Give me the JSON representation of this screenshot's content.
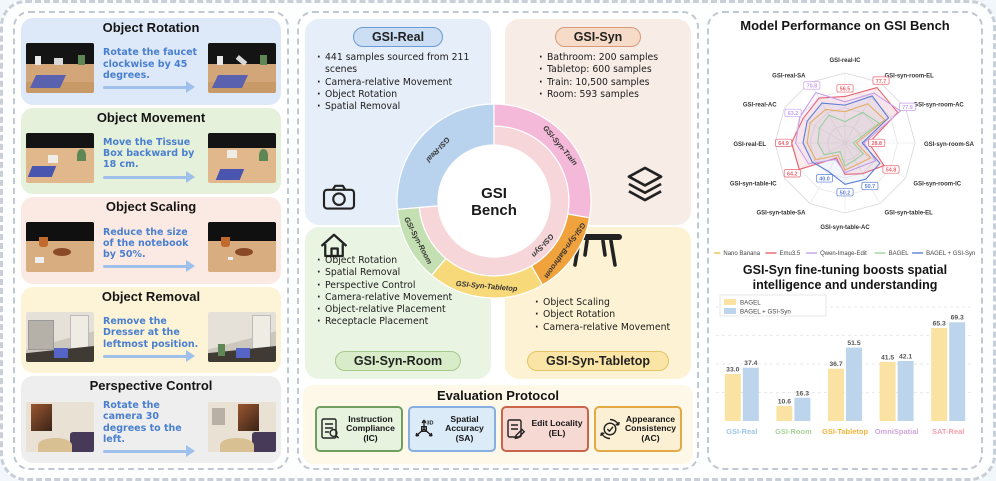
{
  "left_panel": {
    "cards": [
      {
        "title": "Object Rotation",
        "instruction": "Rotate the faucet clockwise by 45 degrees."
      },
      {
        "title": "Object Movement",
        "instruction": "Move the Tissue Box backward by 18 cm."
      },
      {
        "title": "Object Scaling",
        "instruction": "Reduce the size of the notebook by 50%."
      },
      {
        "title": "Object Removal",
        "instruction": "Remove the Dresser at the leftmost position."
      },
      {
        "title": "Perspective Control",
        "instruction": "Rotate the camera 30 degrees to the left."
      }
    ]
  },
  "middle_panel": {
    "gsi_real": {
      "label": "GSI-Real",
      "bullets": [
        "441 samples sourced from 211 scenes",
        "Camera-relative Movement",
        "Object Rotation",
        "Spatial Removal"
      ]
    },
    "gsi_syn": {
      "label": "GSI-Syn",
      "bullets": [
        "Bathroom: 200 samples",
        "Tabletop: 600 samples",
        "Train: 10,500 samples",
        "Room: 593 samples"
      ]
    },
    "gsi_syn_room": {
      "label": "GSI-Syn-Room",
      "bullets": [
        "Object Rotation",
        "Spatial Removal",
        "Perspective Control",
        "Camera-relative Movement",
        "Object-relative Placement",
        "Receptacle Placement"
      ]
    },
    "gsi_syn_tabletop": {
      "label": "GSI-Syn-Tabletop",
      "bullets": [
        "Object Scaling",
        "Object Rotation",
        "Camera-relative Movement"
      ]
    },
    "donut": {
      "center_line1": "GSI",
      "center_line2": "Bench",
      "segments": [
        {
          "label": "GSI-Real",
          "color": "#b9d3ee",
          "start": 265,
          "end": 360,
          "ring": "both"
        },
        {
          "label": "GSI-Syn",
          "color": "#f6d6d8",
          "start": 0,
          "end": 265,
          "ring": "inner"
        },
        {
          "label": "GSI-Syn-Train",
          "color": "#f4b9d8",
          "start": 0,
          "end": 100,
          "ring": "outer"
        },
        {
          "label": "GSI-Syn-Bathroom",
          "color": "#f0a23c",
          "start": 100,
          "end": 150,
          "ring": "outer"
        },
        {
          "label": "GSI-Syn-Tabletop",
          "color": "#f8d97a",
          "start": 150,
          "end": 220,
          "ring": "outer"
        },
        {
          "label": "GSI-Syn-Room",
          "color": "#c4dfb2",
          "start": 220,
          "end": 265,
          "ring": "outer"
        }
      ]
    },
    "evaluation": {
      "title": "Evaluation Protocol",
      "metrics": [
        {
          "name": "Instruction Compliance",
          "abbr": "(IC)"
        },
        {
          "name": "Spatial Accuracy",
          "abbr": "(SA)"
        },
        {
          "name": "Edit Locality",
          "abbr": "(EL)"
        },
        {
          "name": "Appearance Consistency",
          "abbr": "(AC)"
        }
      ]
    }
  },
  "chart_data": [
    {
      "type": "radar",
      "title": "Model Performance on GSI Bench",
      "axes": [
        "GSI-real-IC",
        "GSI-syn-room-EL",
        "GSI-syn-room-AC",
        "GSI-syn-room-SA",
        "GSI-syn-room-IC",
        "GSI-syn-table-EL",
        "GSI-syn-table-AC",
        "GSI-syn-table-SA",
        "GSI-syn-table-IC",
        "GSI-real-EL",
        "GSI-real-AC",
        "GSI-real-SA"
      ],
      "rmax": 85,
      "grid": true,
      "legend_position": "bottom",
      "series": [
        {
          "name": "Nano Banana",
          "color": "#f2c14e",
          "values": [
            38,
            55,
            56,
            14,
            36,
            30,
            33,
            17,
            41,
            46,
            49,
            47
          ]
        },
        {
          "name": "Emu3.5",
          "color": "#e8636f",
          "values": [
            56.5,
            77.7,
            74,
            28.8,
            54.8,
            43,
            38,
            21,
            64.2,
            64.9,
            59,
            63
          ]
        },
        {
          "name": "Qwen-Image-Edit",
          "color": "#c79fe8",
          "values": [
            50,
            70,
            77.9,
            23,
            43,
            34,
            36,
            23,
            51,
            60,
            63.2,
            70.8
          ]
        },
        {
          "name": "BAGEL",
          "color": "#9cd69c",
          "values": [
            26,
            43,
            48,
            10,
            26,
            24,
            28,
            12,
            29,
            33,
            36,
            39
          ]
        },
        {
          "name": "BAGEL + GSI-Syn",
          "color": "#5b7fd6",
          "values": [
            46,
            66,
            61,
            21,
            49,
            50.7,
            50.2,
            40.0,
            46,
            51,
            53,
            56
          ]
        }
      ],
      "tip_labels": [
        {
          "axis": 0,
          "value": "56.5",
          "series": 1
        },
        {
          "axis": 1,
          "value": "77.7",
          "series": 1
        },
        {
          "axis": 2,
          "value": "77.9",
          "series": 2
        },
        {
          "axis": 3,
          "value": "28.8",
          "series": 1
        },
        {
          "axis": 4,
          "value": "54.8",
          "series": 1
        },
        {
          "axis": 5,
          "value": "50.7",
          "series": 4
        },
        {
          "axis": 6,
          "value": "50.2",
          "series": 4
        },
        {
          "axis": 7,
          "value": "40.0",
          "series": 4
        },
        {
          "axis": 8,
          "value": "64.2",
          "series": 1
        },
        {
          "axis": 9,
          "value": "64.9",
          "series": 1
        },
        {
          "axis": 10,
          "value": "63.2",
          "series": 2
        },
        {
          "axis": 11,
          "value": "70.8",
          "series": 2
        }
      ]
    },
    {
      "type": "bar",
      "title": "GSI-Syn fine-tuning boosts spatial intelligence and understanding",
      "categories": [
        "GSI-Real",
        "GSI-Room",
        "GSI-Tabletop",
        "OmniSpatial",
        "SAT-Real"
      ],
      "category_colors": [
        "#9ec7e8",
        "#abd49a",
        "#f2b53f",
        "#cfa6dd",
        "#f4a0ae"
      ],
      "ylim": [
        0,
        80
      ],
      "grid": true,
      "legend_position": "top-left",
      "series": [
        {
          "name": "BAGEL",
          "color": "#fae3a2",
          "values": [
            33.0,
            10.6,
            36.7,
            41.5,
            65.3
          ]
        },
        {
          "name": "BAGEL + GSI-Syn",
          "color": "#bcd5ec",
          "values": [
            37.4,
            16.3,
            51.5,
            42.1,
            69.3
          ]
        }
      ]
    }
  ]
}
